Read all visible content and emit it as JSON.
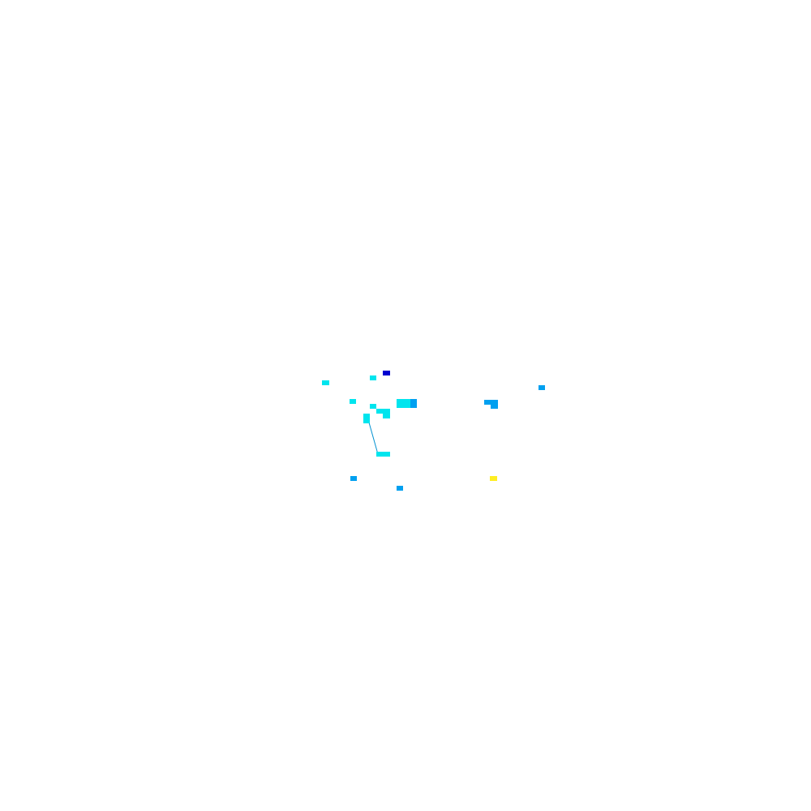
{
  "colors": {
    "background": "#ffffff",
    "cyan": "#00e5ee",
    "light_blue": "#00a0f0",
    "dark_blue": "#0000d0",
    "yellow": "#ffee22",
    "connector": "#0090d0"
  },
  "marks": [
    {
      "name": "pixel-block-dark-blue",
      "color": "dark_blue"
    },
    {
      "name": "pixel-block-cyan",
      "color": "cyan"
    },
    {
      "name": "pixel-block-cyan",
      "color": "cyan"
    },
    {
      "name": "pixel-block-light-blue",
      "color": "light_blue"
    },
    {
      "name": "pixel-block-cyan",
      "color": "cyan"
    },
    {
      "name": "pixel-block-cyan",
      "color": "cyan"
    },
    {
      "name": "pixel-block-cyan",
      "color": "cyan"
    },
    {
      "name": "pixel-block-light-blue",
      "color": "light_blue"
    },
    {
      "name": "pixel-block-cyan",
      "color": "cyan"
    },
    {
      "name": "pixel-block-cyan",
      "color": "cyan"
    },
    {
      "name": "pixel-block-cyan",
      "color": "cyan"
    },
    {
      "name": "pixel-block-light-blue",
      "color": "light_blue"
    },
    {
      "name": "pixel-block-light-blue",
      "color": "light_blue"
    },
    {
      "name": "pixel-block-cyan",
      "color": "cyan"
    },
    {
      "name": "pixel-block-light-blue",
      "color": "light_blue"
    },
    {
      "name": "pixel-block-light-blue",
      "color": "light_blue"
    },
    {
      "name": "pixel-block-yellow",
      "color": "yellow"
    }
  ]
}
